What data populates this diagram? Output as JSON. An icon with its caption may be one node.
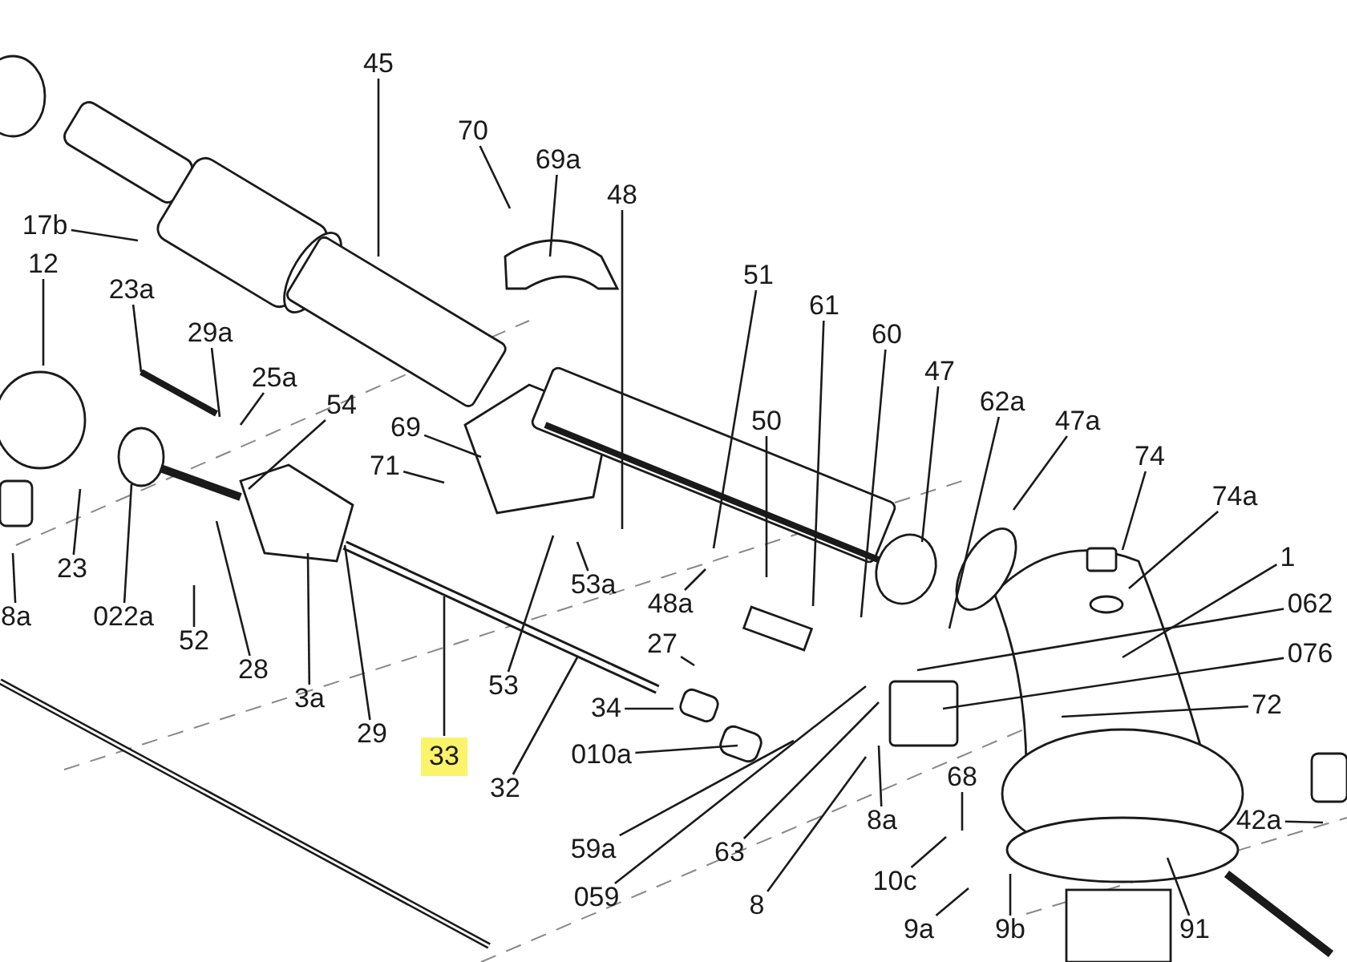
{
  "diagram": {
    "nodes": [
      {
        "text": [
          "45"
        ]
      },
      {
        "text": [
          "70"
        ]
      },
      {
        "text": [
          "69a"
        ]
      },
      {
        "text": [
          "48"
        ]
      },
      {
        "text": [
          "17b"
        ]
      },
      {
        "text": [
          "12"
        ]
      },
      {
        "text": [
          "23a"
        ]
      },
      {
        "text": [
          "29a"
        ]
      },
      {
        "text": [
          "51"
        ]
      },
      {
        "text": [
          "25a"
        ]
      },
      {
        "text": [
          "61"
        ]
      },
      {
        "text": [
          "60"
        ]
      },
      {
        "text": [
          "47"
        ]
      },
      {
        "text": [
          "62a"
        ]
      },
      {
        "text": [
          "54"
        ]
      },
      {
        "text": [
          "47a"
        ]
      },
      {
        "text": [
          "50"
        ]
      },
      {
        "text": [
          "69"
        ]
      },
      {
        "text": [
          "74"
        ]
      },
      {
        "text": [
          "71"
        ]
      },
      {
        "text": [
          "74a"
        ]
      },
      {
        "text": [
          "1"
        ]
      },
      {
        "text": [
          "23"
        ]
      },
      {
        "text": [
          "53a"
        ]
      },
      {
        "text": [
          "8a"
        ]
      },
      {
        "text": [
          "022a"
        ]
      },
      {
        "text": [
          "48a"
        ]
      },
      {
        "text": [
          "062"
        ]
      },
      {
        "text": [
          "076"
        ]
      },
      {
        "text": [
          "52"
        ]
      },
      {
        "text": [
          "27"
        ]
      },
      {
        "text": [
          "28"
        ]
      },
      {
        "text": [
          "3a"
        ]
      },
      {
        "text": [
          "53"
        ]
      },
      {
        "text": [
          "72"
        ]
      },
      {
        "text": [
          "34"
        ]
      },
      {
        "text": [
          "29"
        ]
      },
      {
        "text": [
          "33"
        ]
      },
      {
        "text": [
          "010a"
        ]
      },
      {
        "text": [
          "32"
        ]
      },
      {
        "text": [
          "42a"
        ]
      },
      {
        "text": [
          "8a"
        ]
      },
      {
        "text": [
          "68"
        ]
      },
      {
        "text": [
          "59a"
        ]
      },
      {
        "text": [
          "63"
        ]
      },
      {
        "text": [
          "10c"
        ]
      },
      {
        "text": [
          "059"
        ]
      },
      {
        "text": [
          "8"
        ]
      },
      {
        "text": [
          "9a"
        ]
      },
      {
        "text": [
          "9b"
        ]
      },
      {
        "text": [
          "91"
        ]
      }
    ],
    "edges": [
      {
        "from": 0,
        "to": null,
        "arrow": "none"
      },
      {
        "from": 1,
        "to": null,
        "arrow": "none"
      },
      {
        "from": 2,
        "to": null,
        "arrow": "none"
      },
      {
        "from": 3,
        "to": null,
        "arrow": "none"
      },
      {
        "from": 4,
        "to": null,
        "arrow": "none"
      },
      {
        "from": 5,
        "to": null,
        "arrow": "none"
      },
      {
        "from": 6,
        "to": null,
        "arrow": "none"
      },
      {
        "from": 7,
        "to": null,
        "arrow": "none"
      },
      {
        "from": 8,
        "to": null,
        "arrow": "none"
      },
      {
        "from": 9,
        "to": null,
        "arrow": "none"
      },
      {
        "from": 10,
        "to": null,
        "arrow": "none"
      },
      {
        "from": 11,
        "to": null,
        "arrow": "none"
      },
      {
        "from": 12,
        "to": null,
        "arrow": "none"
      },
      {
        "from": 13,
        "to": null,
        "arrow": "none"
      },
      {
        "from": 14,
        "to": null,
        "arrow": "none"
      },
      {
        "from": 15,
        "to": null,
        "arrow": "none"
      },
      {
        "from": 16,
        "to": null,
        "arrow": "none"
      },
      {
        "from": 17,
        "to": null,
        "arrow": "none"
      },
      {
        "from": 18,
        "to": null,
        "arrow": "none"
      },
      {
        "from": 19,
        "to": null,
        "arrow": "none"
      },
      {
        "from": 20,
        "to": null,
        "arrow": "none"
      },
      {
        "from": 21,
        "to": null,
        "arrow": "none"
      },
      {
        "from": 22,
        "to": null,
        "arrow": "none"
      },
      {
        "from": 23,
        "to": null,
        "arrow": "none"
      },
      {
        "from": 24,
        "to": null,
        "arrow": "none"
      },
      {
        "from": 25,
        "to": null,
        "arrow": "none"
      },
      {
        "from": 26,
        "to": null,
        "arrow": "none"
      },
      {
        "from": 27,
        "to": null,
        "arrow": "none"
      },
      {
        "from": 28,
        "to": null,
        "arrow": "none"
      },
      {
        "from": 29,
        "to": null,
        "arrow": "none"
      },
      {
        "from": 30,
        "to": null,
        "arrow": "none"
      },
      {
        "from": 31,
        "to": null,
        "arrow": "none"
      },
      {
        "from": 32,
        "to": null,
        "arrow": "none"
      },
      {
        "from": 33,
        "to": null,
        "arrow": "none"
      },
      {
        "from": 34,
        "to": null,
        "arrow": "none"
      },
      {
        "from": 35,
        "to": null,
        "arrow": "none"
      },
      {
        "from": 36,
        "to": null,
        "arrow": "none"
      },
      {
        "from": 37,
        "to": null,
        "arrow": "none"
      },
      {
        "from": 38,
        "to": null,
        "arrow": "none"
      },
      {
        "from": 39,
        "to": null,
        "arrow": "none"
      },
      {
        "from": 40,
        "to": null,
        "arrow": "none"
      },
      {
        "from": 41,
        "to": null,
        "arrow": "none"
      },
      {
        "from": 42,
        "to": null,
        "arrow": "none"
      },
      {
        "from": 43,
        "to": null,
        "arrow": "none"
      },
      {
        "from": 44,
        "to": null,
        "arrow": "none"
      },
      {
        "from": 45,
        "to": null,
        "arrow": "none"
      },
      {
        "from": 46,
        "to": null,
        "arrow": "none"
      },
      {
        "from": 47,
        "to": null,
        "arrow": "none"
      },
      {
        "from": 48,
        "to": null,
        "arrow": "none"
      },
      {
        "from": 49,
        "to": null,
        "arrow": "none"
      },
      {
        "from": 50,
        "to": null,
        "arrow": "none"
      }
    ]
  }
}
